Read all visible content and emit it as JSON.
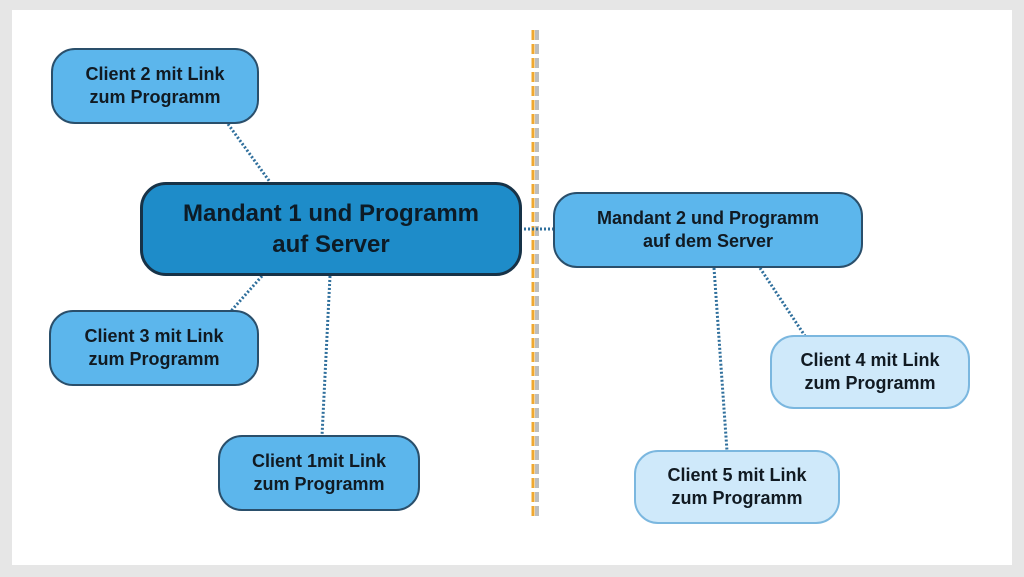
{
  "diagram": {
    "server_main": {
      "line1": "Mandant 1 und Programm",
      "line2": "auf Server"
    },
    "server_second": {
      "line1": "Mandant 2 und Programm",
      "line2": "auf dem Server"
    },
    "client1": {
      "line1": "Client 1mit Link",
      "line2": "zum Programm"
    },
    "client2": {
      "line1": "Client 2 mit Link",
      "line2": "zum Programm"
    },
    "client3": {
      "line1": "Client 3 mit Link",
      "line2": "zum Programm"
    },
    "client4": {
      "line1": "Client 4 mit Link",
      "line2": "zum Programm"
    },
    "client5": {
      "line1": "Client 5 mit Link",
      "line2": "zum Programm"
    }
  },
  "colors": {
    "connector": "#2f6f9c",
    "divider": "#f0a830",
    "divider_shadow": "#bdbdbd"
  }
}
